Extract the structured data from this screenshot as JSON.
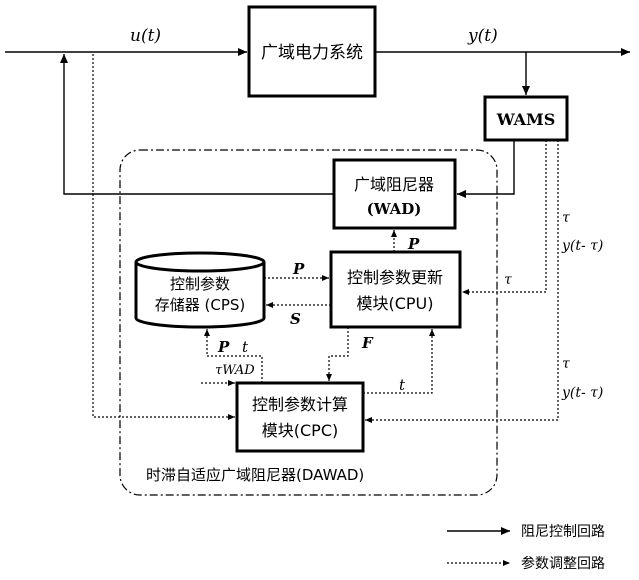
{
  "blocks": {
    "power_system": "广域电力系统",
    "wams": "WAMS",
    "wad_line1": "广域阻尼器",
    "wad_line2": "(WAD)",
    "cpu_line1": "控制参数更新",
    "cpu_line2": "模块(CPU)",
    "cps_line1": "控制参数",
    "cps_line2": "存储器 (CPS)",
    "cpc_line1": "控制参数计算",
    "cpc_line2": "模块(CPC)"
  },
  "signals": {
    "u": "u(t)",
    "y": "y(t)",
    "tau": "τ",
    "y_delayed": "y(t- τ)",
    "P": "P",
    "S": "S",
    "F": "F",
    "t": "t",
    "tau_wad": "τWAD"
  },
  "dawad_label": "时滞自适应广域阻尼器(DAWAD)",
  "legend": {
    "solid": "阻尼控制回路",
    "dotted": "参数调整回路"
  }
}
